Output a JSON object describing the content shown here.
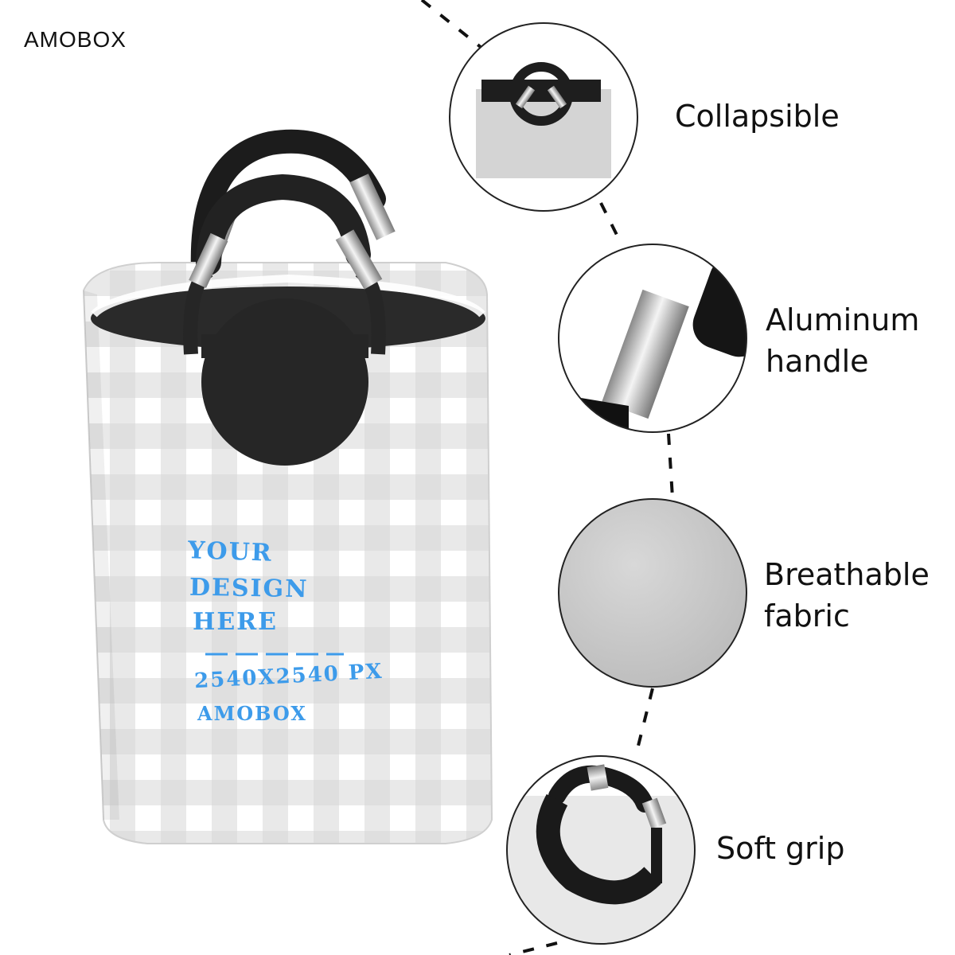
{
  "brand": "AMOBOX",
  "design_text": {
    "line1": "YOUR",
    "line2": "DESIGN",
    "line3": "HERE",
    "size": "2540X2540 PX",
    "brand": "AMOBOX"
  },
  "features": [
    {
      "icon": "collapsible-detail",
      "lines": [
        "Collapsible"
      ]
    },
    {
      "icon": "aluminum-handle-detail",
      "lines": [
        "Aluminum",
        "handle"
      ]
    },
    {
      "icon": "breathable-fabric-detail",
      "lines": [
        "Breathable",
        "fabric"
      ]
    },
    {
      "icon": "soft-grip-detail",
      "lines": [
        "Soft grip"
      ]
    }
  ],
  "colors": {
    "plaid_light": "#e9e9e9",
    "plaid_dark": "#c4c4c4",
    "handle_black": "#222222",
    "design_blue": "#3d9bea",
    "fabric_grey": "#c9c9c9"
  }
}
